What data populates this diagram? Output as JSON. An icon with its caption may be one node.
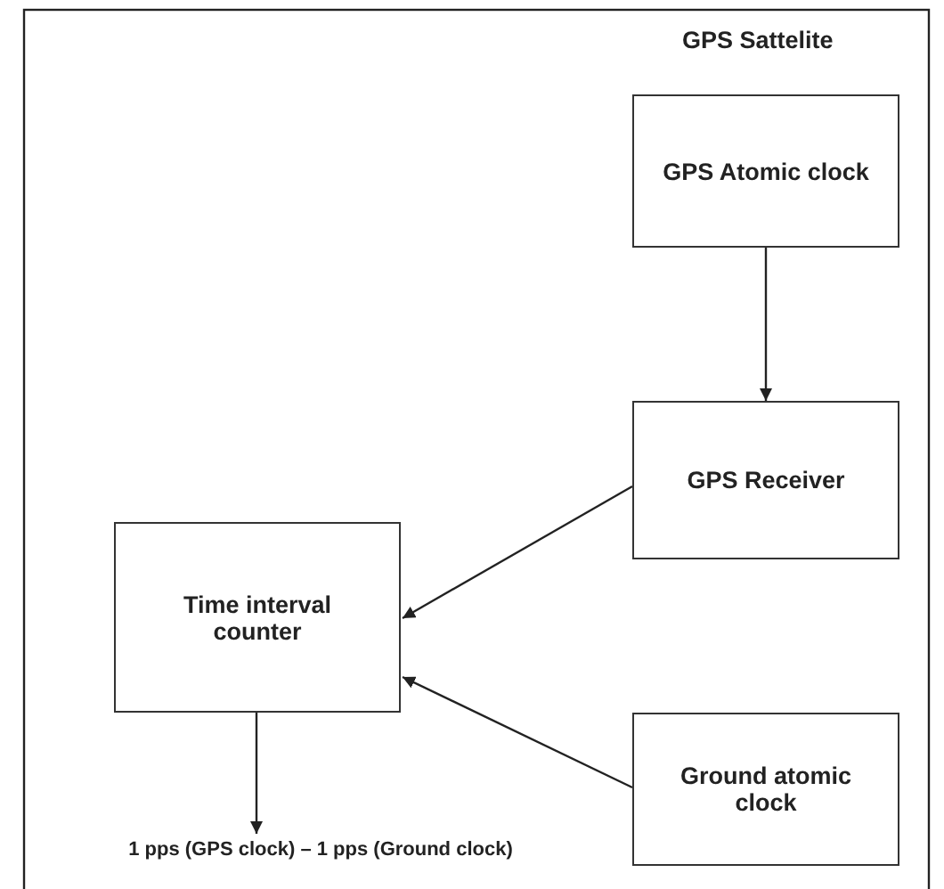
{
  "diagram": {
    "nodes": [
      {
        "text": [
          "GPS Atomic clock"
        ]
      },
      {
        "text": [
          "GPS Receiver"
        ]
      },
      {
        "text": [
          "Time interval counter"
        ]
      },
      {
        "text": [
          "Ground atomic clock"
        ]
      },
      {
        "text": [
          "1 pps (GPS clock) – 1 pps (Ground clock)"
        ]
      }
    ],
    "edges": [
      {
        "from": 0,
        "to": 1,
        "arrow": "to"
      },
      {
        "from": 1,
        "to": 2,
        "arrow": "to"
      },
      {
        "from": 3,
        "to": 2,
        "arrow": "to"
      },
      {
        "from": 2,
        "to": 4,
        "arrow": "to"
      }
    ],
    "labels": [
      "GPS Sattelite"
    ]
  }
}
